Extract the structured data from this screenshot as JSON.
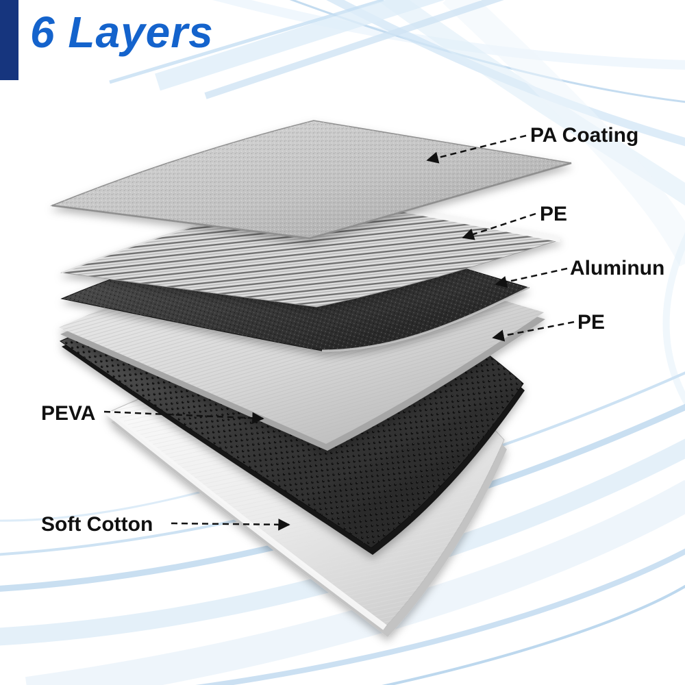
{
  "banner": {
    "title": "6 Layers"
  },
  "callouts": [
    {
      "id": "pa-coating",
      "text": "PA Coating"
    },
    {
      "id": "pe-upper",
      "text": "PE"
    },
    {
      "id": "aluminun",
      "text": "Aluminun"
    },
    {
      "id": "pe-lower",
      "text": "PE"
    },
    {
      "id": "peva",
      "text": "PEVA"
    },
    {
      "id": "soft-cotton",
      "text": "Soft Cotton"
    }
  ],
  "layers_top_to_bottom": [
    "PA Coating",
    "PE",
    "Aluminun",
    "PE",
    "PEVA",
    "Soft Cotton"
  ],
  "colors": {
    "banner_bar": "#16357e",
    "title_text": "#1463cc",
    "label_text": "#111111",
    "arrow": "#111111",
    "swoosh": "#cfe3f4"
  }
}
